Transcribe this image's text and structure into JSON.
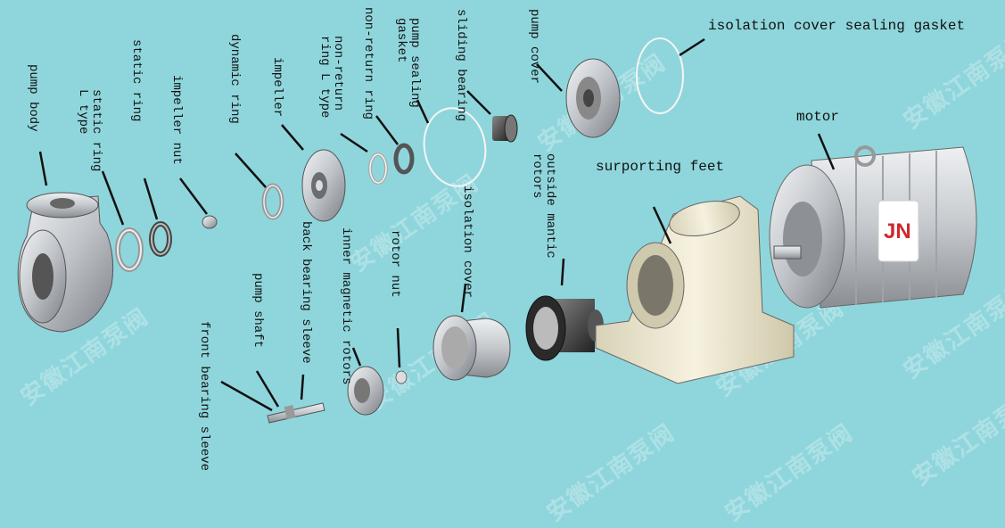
{
  "labels": {
    "pump_body": "pump body",
    "static_ring_l_type": "static ring\nL type",
    "static_ring": "static ring",
    "impeller_nut": "impeller nut",
    "dynamic_ring": "dynamic ring",
    "impeller": "impeller",
    "non_return_ring_l_type": "non-return\nring L type",
    "non_return_ring": "non-return ring",
    "pump_sealing_gasket": "pump sealing\ngasket",
    "sliding_bearing": "sliding bearing",
    "pump_cover": "pump cover",
    "isolation_cover_sealing_gasket": "isolation cover sealing gasket",
    "motor": "motor",
    "surporting_feet": "surporting feet",
    "outside_mantic_rotors": "outside mantic\nrotors",
    "isolation_cover": "isolation cover",
    "rotor_nut": "rotor nut",
    "inner_magnetic_rotors": "inner magnetic rotors",
    "back_bearing_sleeve": "back bearing sleeve",
    "pump_shaft": "pump shaft",
    "front_bearing_sleeve": "front bearing sleeve"
  },
  "motor_brand": "JN",
  "watermark": "安徽江南泵阀",
  "colors": {
    "background": "#8fd6dc",
    "brand_red": "#d0282d",
    "metal": "#c9cdd2"
  }
}
